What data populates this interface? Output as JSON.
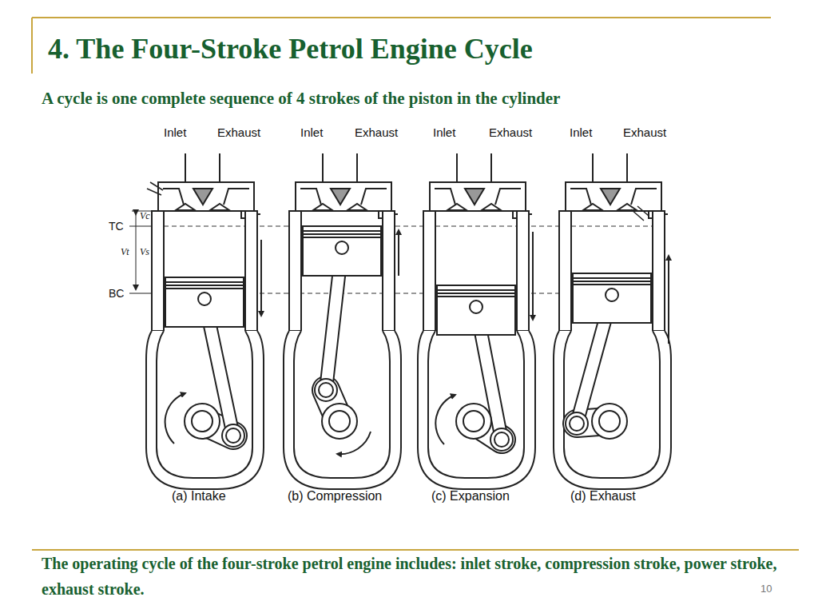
{
  "diagram": {
    "title": "4. The Four-Stroke Petrol Engine Cycle",
    "caption": "The operating cycle of the four-stroke petrol engine includes: inlet stroke, compression stroke, power stroke, exhaust stroke.",
    "labels": [
      "A cycle is one complete sequence of 4 strokes of the piston in the cylinder",
      "Inlet",
      "Exhaust",
      "Inlet",
      "Exhaust",
      "Inlet",
      "Exhaust",
      "Inlet",
      "Exhaust",
      "TC",
      "Vc",
      "Vt",
      "Vs",
      "BC",
      "(a) Intake",
      "(b) Compression",
      "(c) Expansion",
      "(d) Exhaust",
      "10"
    ]
  }
}
